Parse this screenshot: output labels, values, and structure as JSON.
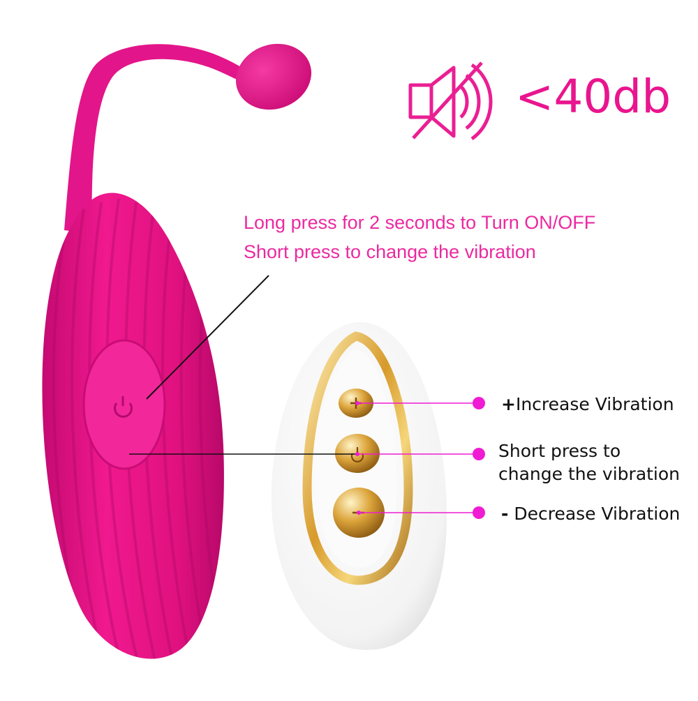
{
  "colors": {
    "brand_pink": "#e9158f",
    "accent_magenta": "#ef1cd3",
    "label_pink": "#ea2aa0",
    "text_dark": "#111111",
    "gold": "#d8a43a",
    "remote_white": "#f7f7f7"
  },
  "noise": {
    "icon": "mute-speaker-icon",
    "symbol": "<",
    "value": "40db"
  },
  "instructions": {
    "line1": "Long press for 2 seconds to Turn ON/OFF",
    "line2": "Short press to change the vibration"
  },
  "device": {
    "power_icon": "power-icon"
  },
  "remote": {
    "callouts": [
      {
        "symbol": "+",
        "label": "Increase Vibration",
        "icon": "plus-icon"
      },
      {
        "line1": "Short press to",
        "line2": "change the vibration",
        "icon": "power-icon"
      },
      {
        "symbol": "-",
        "label": "Decrease Vibration",
        "icon": "minus-icon"
      }
    ]
  }
}
